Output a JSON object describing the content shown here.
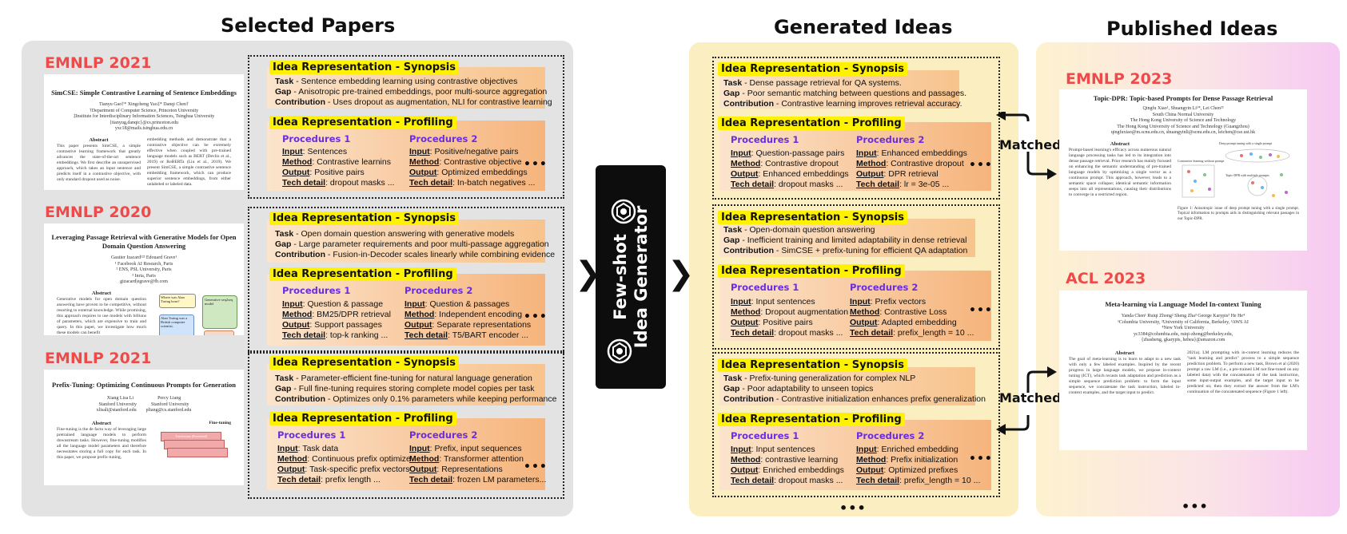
{
  "titles": {
    "selected": "Selected Papers",
    "generated": "Generated Ideas",
    "published": "Published Ideas"
  },
  "generator": {
    "line1": "Few-shot",
    "line2": "Idea Generator"
  },
  "matched_label": "Matched",
  "ellipsis": "•••",
  "selected": [
    {
      "venue": "EMNLP 2021",
      "paper": {
        "title": "SimCSE: Simple Contrastive Learning of Sentence Embeddings",
        "authors": "Tianyu Gao†*   Xingcheng Yao‡*   Danqi Chen†\n†Department of Computer Science, Princeton University\n‡Institute for Interdisciplinary Information Sciences, Tsinghua University\n{tianyug,danqic}@cs.princeton.edu\nyxc18@mails.tsinghua.edu.cn",
        "abstract_label": "Abstract",
        "text": "This paper presents SimCSE, a simple contrastive learning framework that greatly advances the state-of-the-art sentence embeddings. We first describe an unsupervised approach, which takes an input sentence and predicts itself in a contrastive objective, with only standard dropout used as noise.",
        "text2": "embedding methods and demonstrate that a contrastive objective can be extremely effective when coupled with pre-trained language models such as BERT (Devlin et al., 2019) or RoBERTa (Liu et al., 2019). We present SimCSE, a simple contrastive sentence embedding framework, which can produce superior sentence embeddings, from either unlabeled or labeled data."
      },
      "synopsis": {
        "header": "Idea Representation - Synopsis",
        "task_key": "Task",
        "task": "Sentence embedding learning using contrastive objectives",
        "gap_key": "Gap",
        "gap": "Anisotropic pre-trained embeddings, poor multi-source aggregation",
        "contrib_key": "Contribution",
        "contrib": "Uses dropout as augmentation, NLI for contrastive learning"
      },
      "profiling": {
        "header": "Idea Representation - Profiling",
        "procs": [
          {
            "title": "Procedures 1",
            "input": "Sentences",
            "method": "Contrastive learnins",
            "output": "Positive pairs",
            "tech": "dropout masks ..."
          },
          {
            "title": "Procedures 2",
            "input": "Positive/negative pairs",
            "method": "Contrastive objective",
            "output": "Optimized embeddings",
            "tech": "In-batch negatives ..."
          }
        ]
      }
    },
    {
      "venue": "EMNLP 2020",
      "paper": {
        "title": "Leveraging Passage Retrieval with Generative Models for Open Domain Question Answering",
        "authors": "Gautier Izacard¹²³   Edouard Grave¹\n¹ Facebook AI Research, Paris\n² ENS, PSL University, Paris\n³ Inria, Paris\ngizacard|egrave@fb.com",
        "abstract_label": "Abstract",
        "text": "Generative models for open domain question answering have proven to be competitive, without resorting to external knowledge. While promising, this approach requires to use models with billions of parameters, which are expensive to train and query. In this paper, we investigate how much these models can benefit",
        "box1": "Where was Alan Turing born?",
        "box2": "Alan Turing was a British computer scientist.",
        "box3": "Generative seq2seq model"
      },
      "synopsis": {
        "header": "Idea Representation - Synopsis",
        "task_key": "Task",
        "task": "Open domain question answering with generative models",
        "gap_key": "Gap",
        "gap": "Large parameter requirements and poor multi-passage aggregation",
        "contrib_key": "Contribution",
        "contrib": "Fusion-in-Decoder scales linearly while combining evidence"
      },
      "profiling": {
        "header": "Idea Representation - Profiling",
        "procs": [
          {
            "title": "Procedures 1",
            "input": "Question & passage",
            "method": "BM25/DPR retrieval",
            "output": "Support passages",
            "tech": "top-k ranking  ..."
          },
          {
            "title": "Procedures 2",
            "input": "Question & passages",
            "method": "Independent encoding",
            "output": "Separate representations",
            "tech": "T5/BART encoder ..."
          }
        ]
      }
    },
    {
      "venue": "EMNLP 2021",
      "paper": {
        "title": "Prefix-Tuning: Optimizing Continuous Prompts for Generation",
        "authors": "Xiang Lisa Li                    Percy Liang\nStanford University            Stanford University\nxlisali@stanford.edu        pliang@cs.stanford.edu",
        "abstract_label": "Abstract",
        "text": "Fine-tuning is the de facto way of leveraging large pretrained language models to perform downstream tasks. However, fine-tuning modifies all the language model parameters and therefore necessitates storing a full copy for each task. In this paper, we propose prefix-tuning,",
        "fig_label": "Fine-tuning",
        "fig_box": "Transformer (Pretrained)"
      },
      "synopsis": {
        "header": "Idea Representation - Synopsis",
        "task_key": "Task",
        "task": "Parameter-efficient fine-tuning for natural language generation",
        "gap_key": "Gap",
        "gap": "Full fine-tuning requires storing complete model copies per task",
        "contrib_key": "Contribution",
        "contrib": "Optimizes only 0.1% parameters while keeping performance"
      },
      "profiling": {
        "header": "Idea Representation - Profiling",
        "procs": [
          {
            "title": "Procedures 1",
            "input": "Task data",
            "method": "Continuous prefix optimize",
            "output": "Task-specific prefix vectors",
            "tech": "prefix length  ..."
          },
          {
            "title": "Procedures 2",
            "input": "Prefix, input sequences",
            "method": "Transformer attention",
            "output": "Representations",
            "tech": " frozen LM parameters..."
          }
        ]
      }
    }
  ],
  "generated": [
    {
      "synopsis": {
        "header": "Idea Representation - Synopsis",
        "task_key": "Task",
        "task": "Dense passage retrieval for QA systems.",
        "gap_key": "Gap",
        "gap": "Poor semantic matching between questions and passages.",
        "contrib_key": "Contribution",
        "contrib": "Contrastive learning improves retrieval accuracy."
      },
      "profiling": {
        "header": "Idea Representation - Profiling",
        "procs": [
          {
            "title": "Procedures 1",
            "input": "Question-passage pairs",
            "method": "Contrastive dropout",
            "output": "Enhanced embeddings",
            "tech": "dropout masks ..."
          },
          {
            "title": "Procedures 2",
            "input": "Enhanced embeddings",
            "method": "Contrastive dropout",
            "output": "DPR retrieval",
            "tech": "lr = 3e-05 ..."
          }
        ]
      }
    },
    {
      "synopsis": {
        "header": "Idea Representation - Synopsis",
        "task_key": "Task",
        "task": "Open-domain question answering",
        "gap_key": "Gap",
        "gap": "Inefficient training and limited adaptability in dense retrieval",
        "contrib_key": "Contribution",
        "contrib": " SimCSE + prefix-tuning for efficient QA adaptation"
      },
      "profiling": {
        "header": "Idea Representation - Profiling",
        "procs": [
          {
            "title": "Procedures 1",
            "input": "Input sentences",
            "method": "Dropout augmentation",
            "output": "Positive pairs",
            "tech": "dropout masks ..."
          },
          {
            "title": "Procedures 2",
            "input": "Prefix vectors",
            "method": "Contrastive Loss",
            "output": "Adapted embedding",
            "tech": "prefix_length = 10 ..."
          }
        ]
      }
    },
    {
      "synopsis": {
        "header": "Idea Representation - Synopsis",
        "task_key": "Task",
        "task": "Prefix-tuning generalization for complex NLP",
        "gap_key": "Gap",
        "gap": "Poor adaptability to unseen topics",
        "contrib_key": "Contribution",
        "contrib": "Contrastive initialization enhances prefix generalization"
      },
      "profiling": {
        "header": "Idea Representation - Profiling",
        "procs": [
          {
            "title": "Procedures 1",
            "input": "Input sentences",
            "method": "contrastive learning",
            "output": "Enriched embeddings",
            "tech": "dropout masks ..."
          },
          {
            "title": "Procedures 2",
            "input": "Enriched embedding",
            "method": "Prefix initialization",
            "output": "Optimized prefixes",
            "tech": "prefix_length = 10 ..."
          }
        ]
      }
    }
  ],
  "published": [
    {
      "venue": "EMNLP 2023",
      "paper": {
        "title": "Topic-DPR: Topic-based Prompts for Dense Passage Retrieval",
        "authors": "Qingfu Xiao¹, Shuangyin Li¹*, Lei Chen²³\nSouth China Normal University\nThe Hong Kong University of Science and Technology\nThe Hong Kong University of Science and Technology (Guangzhou)\nqingfuxiao@m.scnu.edu.cn, shuangyinli@scnu.edu.cn, leichen@cse.ust.hk",
        "abstract_label": "Abstract",
        "text": "Prompt-based learning's efficacy across numerous natural language processing tasks has led to its integration into dense passage retrieval. Prior research has mainly focused on enhancing the semantic understanding of pre-trained language models by optimizing a single vector as a continuous prompt. This approach, however, leads to a semantic space collapse; identical semantic information seeps into all representations, causing their distributions to converge in a restricted region.",
        "caption": "Figure 1: Anisotropic issue of deep prompt tuning with a single prompt. Topical information to prompts aids in distinguishing relevant passages in our Topic-DPR.",
        "fig_title1": "Deep prompt tuning with a single prompt",
        "fig_title2": "Contrastive learning without prompt",
        "fig_title3": "Topic-DPR with multiple prompts"
      }
    },
    {
      "venue": "ACL 2023",
      "paper": {
        "title": "Meta-learning via Language Model In-context Tuning",
        "authors": "Yanda Chen¹   Ruiqi Zhong²   Sheng Zha³   George Karypis³   He He⁴\n¹Columbia University, ²University of California, Berkeley, ³AWS AI\n⁴New York University\nyc3384@columbia.edu, ruiqi-zhong@berkeley.edu,\n{zhasheng, gkarypis, hehea}@amazon.com",
        "abstract_label": "Abstract",
        "text": "The goal of meta-learning is to learn to adapt to a new task with only a few labeled examples. Inspired by the recent progress in large language models, we propose in-context tuning (ICT), which recasts task adaptation and prediction as a simple sequence prediction problem: to form the input sequence, we concatenate the task instruction, labeled in-context examples, and the target input to predict.",
        "text2": "2021a). LM prompting with in-context learning reduces the \"task learning and predict\" process to a simple sequence prediction problem. To perform a new task, Brown et al (2020) prompt a raw LM (i.e., a pre-trained LM not fine-tuned on any labeled data) with the concatenation of the task instruction, some input-output examples, and the target input to be predicted on; then they extract the answer from the LM's continuation of the concatenated sequence (Figure 1 left)."
      }
    }
  ]
}
